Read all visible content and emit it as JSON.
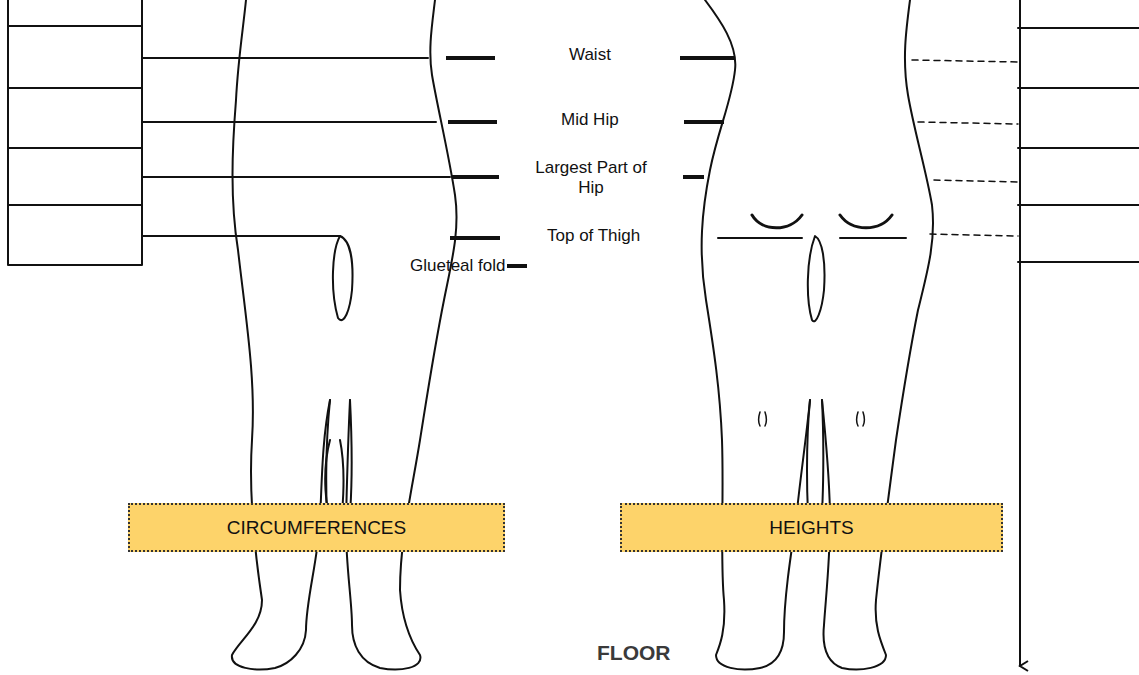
{
  "diagram": {
    "nodes": [
      {
        "text": [
          "CIRCUMFERENCES"
        ]
      },
      {
        "text": [
          "HEIGHTS"
        ]
      }
    ],
    "labels": [
      "Waist",
      "Mid Hip",
      "Largest Part of Hip",
      "Top of Thigh",
      "Glueteal fold",
      "FLOOR"
    ]
  }
}
